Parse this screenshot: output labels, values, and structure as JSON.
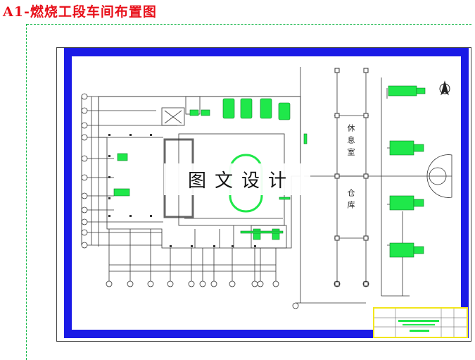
{
  "title": "A1-燃烧工段车间布置图",
  "watermark": "图文设计",
  "rooms": {
    "rest_room": "休息室",
    "warehouse": "仓库"
  },
  "colors": {
    "title": "#e8101a",
    "frame": "#1a1ae6",
    "equipment": "#1fe84a",
    "guide_dash": "#17b84a",
    "title_block_border": "#f2e61a"
  },
  "icons": {
    "north_arrow": "north-arrow-icon"
  }
}
